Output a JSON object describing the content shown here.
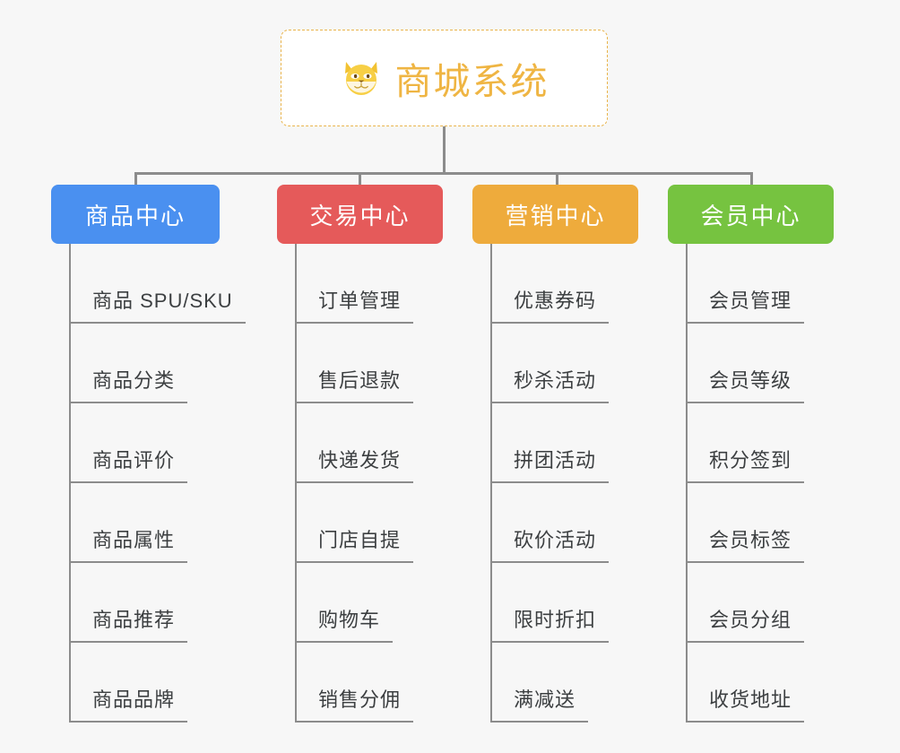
{
  "page": {
    "background_color": "#f7f7f7",
    "line_color": "#8c8c8c",
    "leaf_text_color": "#3c3f41"
  },
  "root": {
    "title": "商城系统",
    "icon": "dog-face-emoji",
    "text_color": "#efb543",
    "border_color": "#e9b44c",
    "background_color": "#ffffff"
  },
  "categories": [
    {
      "label": "商品中心",
      "color": "#4a90f0",
      "items": [
        "商品 SPU/SKU",
        "商品分类",
        "商品评价",
        "商品属性",
        "商品推荐",
        "商品品牌"
      ]
    },
    {
      "label": "交易中心",
      "color": "#e55a5a",
      "items": [
        "订单管理",
        "售后退款",
        "快递发货",
        "门店自提",
        "购物车",
        "销售分佣"
      ]
    },
    {
      "label": "营销中心",
      "color": "#eeab3c",
      "items": [
        "优惠券码",
        "秒杀活动",
        "拼团活动",
        "砍价活动",
        "限时折扣",
        "满减送"
      ]
    },
    {
      "label": "会员中心",
      "color": "#76c340",
      "items": [
        "会员管理",
        "会员等级",
        "积分签到",
        "会员标签",
        "会员分组",
        "收货地址"
      ]
    }
  ]
}
